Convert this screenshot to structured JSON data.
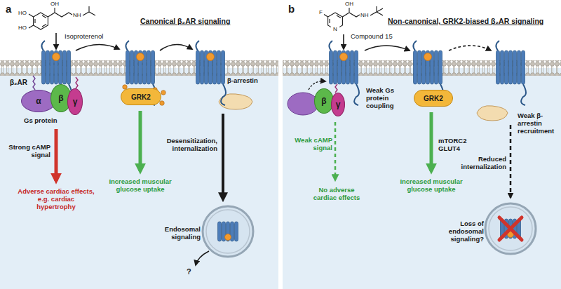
{
  "diagram": {
    "nodes": [
      {
        "text": [
          "a",
          "Canonical β₂AR signaling"
        ]
      },
      {
        "text": [
          "α"
        ],
        "in": 0
      },
      {
        "text": [
          "β"
        ],
        "in": 0
      },
      {
        "text": [
          "γ"
        ],
        "in": 0
      },
      {
        "text": [
          "GRK2"
        ],
        "in": 0
      },
      {
        "text": [
          "b",
          "Non-canonical, GRK2-biased β₂AR signaling"
        ]
      },
      {
        "text": [
          "β"
        ],
        "in": 5
      },
      {
        "text": [
          "γ"
        ],
        "in": 5
      },
      {
        "text": [
          "GRK2"
        ],
        "in": 5
      }
    ],
    "labels": [
      "HO",
      "HO",
      "OH",
      "NH",
      "Isoproterenol",
      "β₂AR",
      "Gs protein",
      "Strong cAMP signal",
      "Adverse cardiac effects, e.g. cardiac hypertrophy",
      "Increased muscular glucose uptake",
      "β-arrestin",
      "Desensitization, internalization",
      "Endosomal signaling",
      "?",
      "F",
      "N",
      "OH",
      "NH",
      "Compound 15",
      "Weak Gs protein coupling",
      "Weak cAMP signal",
      "No adverse cardiac effects",
      "mTORC2 GLUT4",
      "Increased muscular glucose uptake",
      "Weak β-arrestin recruitment",
      "Reduced internalization",
      "Loss of endosomal signaling?"
    ]
  }
}
